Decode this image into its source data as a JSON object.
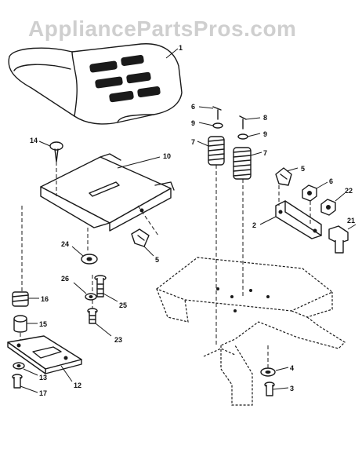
{
  "watermark": "AppliancePartsPros.com",
  "callouts": [
    {
      "id": "c1",
      "text": "1"
    },
    {
      "id": "c14",
      "text": "14"
    },
    {
      "id": "c10",
      "text": "10"
    },
    {
      "id": "c6a",
      "text": "6"
    },
    {
      "id": "c9a",
      "text": "9"
    },
    {
      "id": "c7a",
      "text": "7"
    },
    {
      "id": "c8",
      "text": "8"
    },
    {
      "id": "c9b",
      "text": "9"
    },
    {
      "id": "c7b",
      "text": "7"
    },
    {
      "id": "c5a",
      "text": "5"
    },
    {
      "id": "c6b",
      "text": "6"
    },
    {
      "id": "c22",
      "text": "22"
    },
    {
      "id": "c2",
      "text": "2"
    },
    {
      "id": "c21",
      "text": "21"
    },
    {
      "id": "c24",
      "text": "24"
    },
    {
      "id": "c5b",
      "text": "5"
    },
    {
      "id": "c26",
      "text": "26"
    },
    {
      "id": "c25",
      "text": "25"
    },
    {
      "id": "c16",
      "text": "16"
    },
    {
      "id": "c15",
      "text": "15"
    },
    {
      "id": "c23",
      "text": "23"
    },
    {
      "id": "c13",
      "text": "13"
    },
    {
      "id": "c12",
      "text": "12"
    },
    {
      "id": "c17",
      "text": "17"
    },
    {
      "id": "c4",
      "text": "4"
    },
    {
      "id": "c3",
      "text": "3"
    }
  ]
}
